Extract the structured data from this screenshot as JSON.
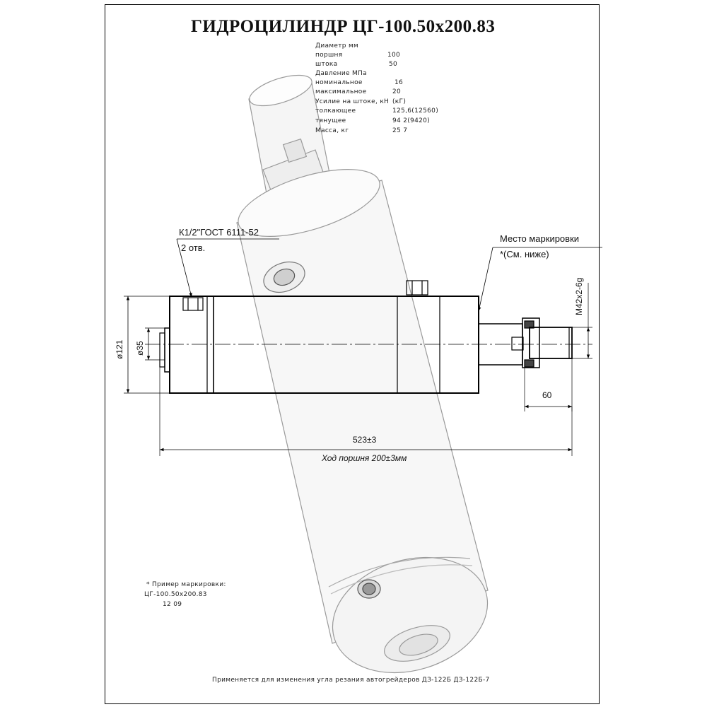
{
  "title": "ГИДРОЦИЛИНДР ЦГ-100.50х200.83",
  "specs": [
    {
      "label": "Диаметр мм",
      "value": ""
    },
    {
      "label": "поршня",
      "value": "100"
    },
    {
      "label": "штока",
      "value": "50"
    },
    {
      "label": "Давление МПа",
      "value": ""
    },
    {
      "label": "номинальное",
      "value": "16"
    },
    {
      "label": "максимальное",
      "value": "20"
    },
    {
      "label": "Усилие на штоке, кН",
      "value": "(кГ)"
    },
    {
      "label": "толкающее",
      "value": "125,6(12560)"
    },
    {
      "label": "тянущее",
      "value": "94 2(9420)"
    },
    {
      "label": "Масса, кг",
      "value": "25 7"
    }
  ],
  "callouts": {
    "port_thread": "К1/2\"ГОСТ 6111-52",
    "port_count": "2 отв.",
    "marking_place": "Место маркировки",
    "marking_ref": "*(См. ниже)"
  },
  "dimensions": {
    "body_diameter": "ø121",
    "bore_diameter": "ø35",
    "rod_thread": "М42х2-6g",
    "rod_end_length": "60",
    "overall_length": "523±3",
    "stroke": "Ход поршня 200±3мм"
  },
  "marking_example": {
    "heading": "* Пример маркировки:",
    "line1": "ЦГ-100.50х200.83",
    "line2": "12 09"
  },
  "footer": "Применяется для изменения угла резания автогрейдеров ДЗ-122Б ДЗ-122Б-7"
}
